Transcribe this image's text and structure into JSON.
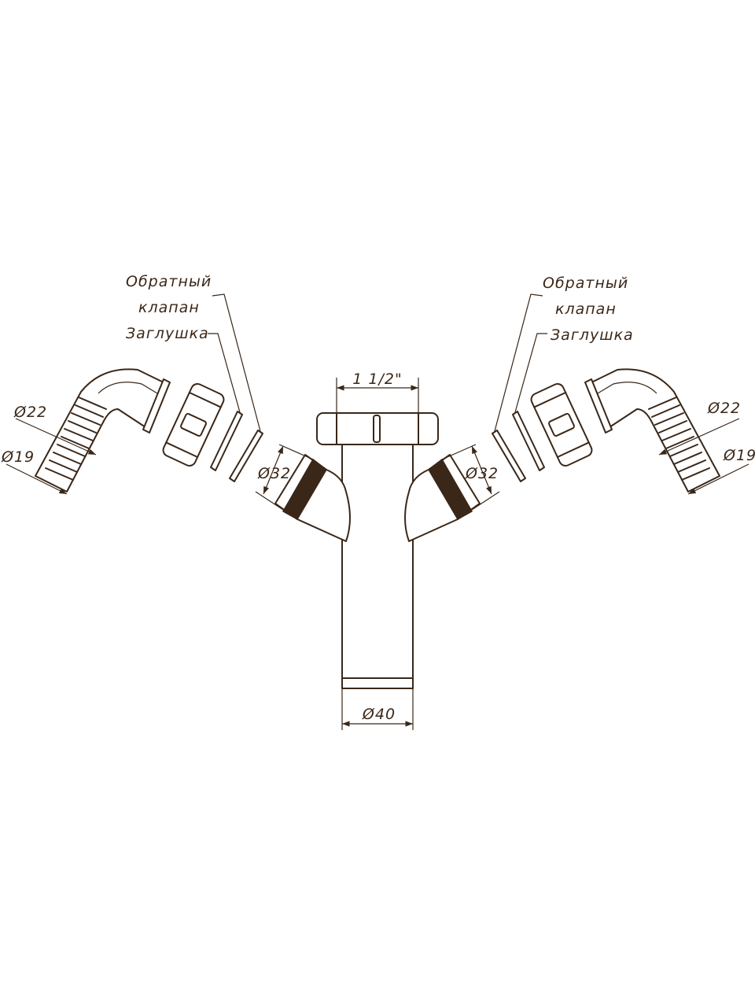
{
  "drawing": {
    "color": "#3a2718",
    "labels": {
      "check_valve_line1": "Обратный",
      "check_valve_line2": "клапан",
      "plug": "Заглушка",
      "thread_size": "1 1/2\"",
      "outlet_diameter": "Ø40",
      "branch_diameter": "Ø32",
      "hose_outer_diameter": "Ø22",
      "hose_inner_diameter": "Ø19"
    }
  }
}
